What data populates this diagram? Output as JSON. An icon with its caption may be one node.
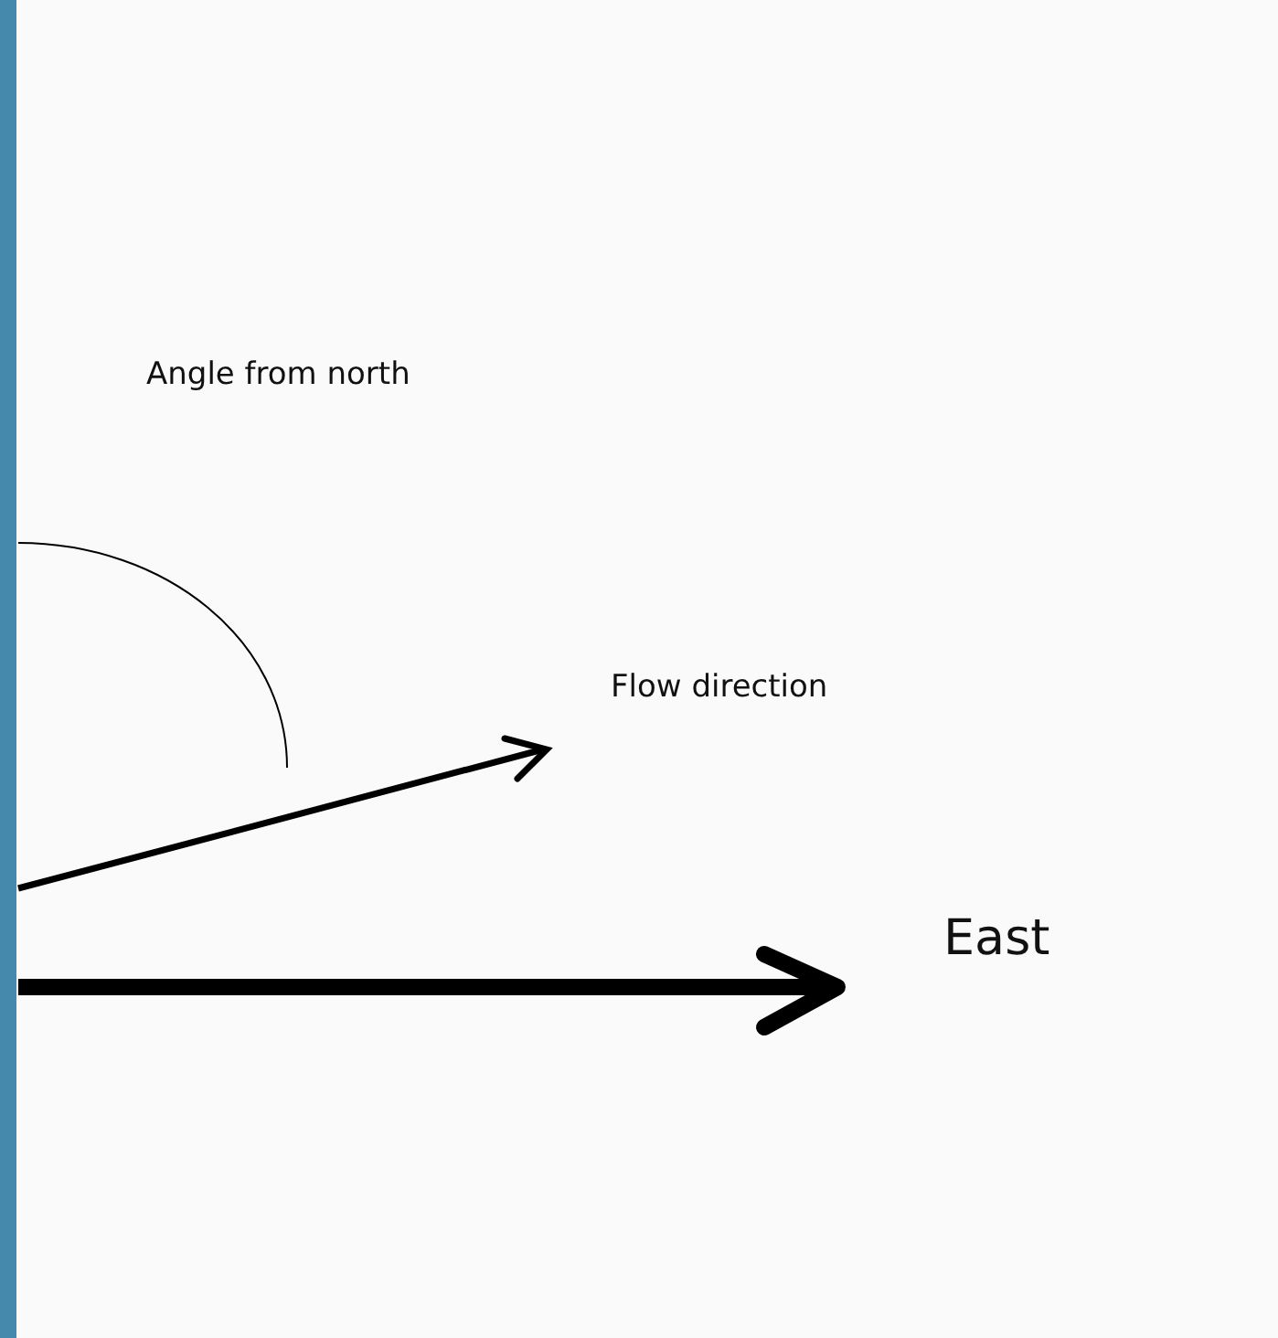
{
  "diagram": {
    "labels": [
      "Angle from north",
      "Flow direction",
      "East"
    ]
  }
}
